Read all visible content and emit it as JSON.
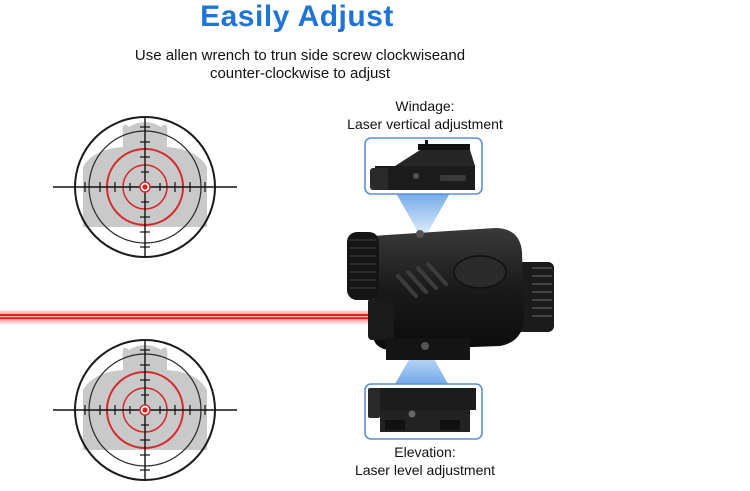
{
  "header": {
    "title": "Easily Adjust",
    "subtitle_line1": "Use allen wrench to trun side screw clockwiseand",
    "subtitle_line2": "counter-clockwise to adjust"
  },
  "windage": {
    "line1": "Windage:",
    "line2": "Laser vertical adjustment"
  },
  "elevation": {
    "line1": "Elevation:",
    "line2": "Laser level adjustment"
  },
  "colors": {
    "title": "#1f74d6",
    "laser": "#e0201c",
    "reticle_ring": "#d42a2a",
    "spotlight": "#6aa6e8"
  },
  "icons": [
    "crosshair-reticle-icon",
    "laser-sight-device",
    "windage-detail-icon",
    "elevation-detail-icon",
    "laser-beam"
  ]
}
